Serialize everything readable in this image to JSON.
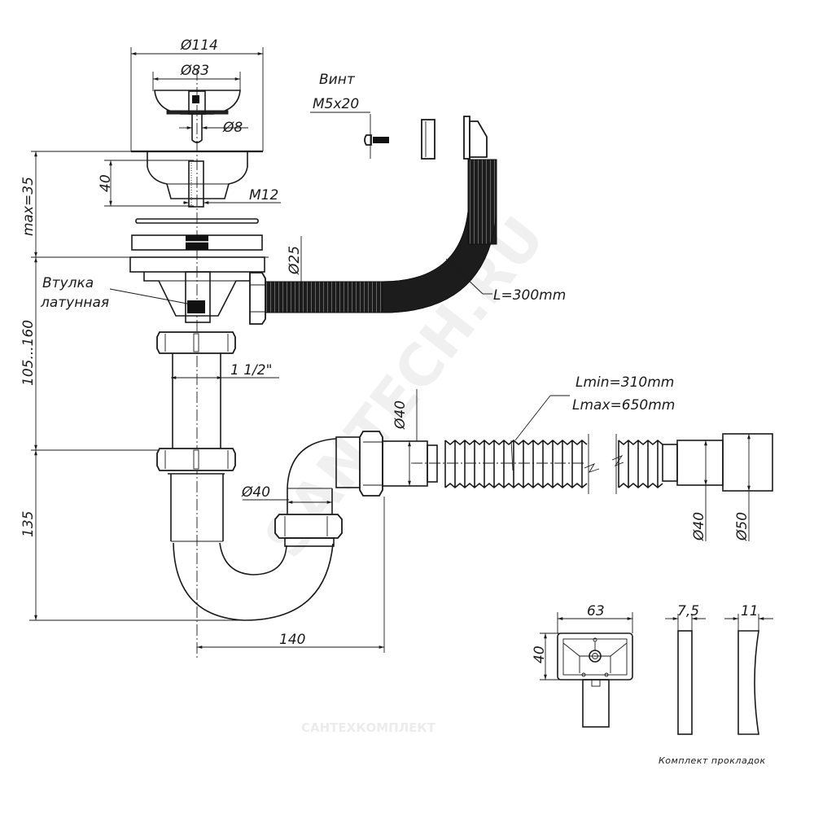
{
  "drawing": {
    "watermark": "SANTECH.RU",
    "brand_watermark": "САНТЕХКОМПЛЕКТ",
    "strainer": {
      "outer_diameter": "Ø114",
      "inner_diameter": "Ø83",
      "stem_diameter": "Ø8",
      "body_height": "40",
      "thread": "M12"
    },
    "screw": {
      "label": "Винт",
      "size": "M5x20"
    },
    "overflow": {
      "hose_diameter": "Ø25",
      "hose_length": "L=300mm"
    },
    "sleeve_label": [
      "Втулка",
      "латунная"
    ],
    "dimensions": {
      "counter_thickness": "max=35",
      "upper_height": "105...160",
      "pipe_thread": "1 1/2\"",
      "trap_height": "135",
      "trap_width": "140",
      "trap_pipe": "Ø40"
    },
    "outlet": {
      "inlet_diameter": "Ø40",
      "length_min": "Lmin=310mm",
      "length_max": "Lmax=650mm",
      "end_diameter_inner": "Ø40",
      "end_diameter_outer": "Ø50"
    },
    "gaskets": {
      "width": "63",
      "height": "40",
      "thickness_a": "7,5",
      "thickness_b": "11",
      "caption": "Комплект прокладок"
    }
  }
}
